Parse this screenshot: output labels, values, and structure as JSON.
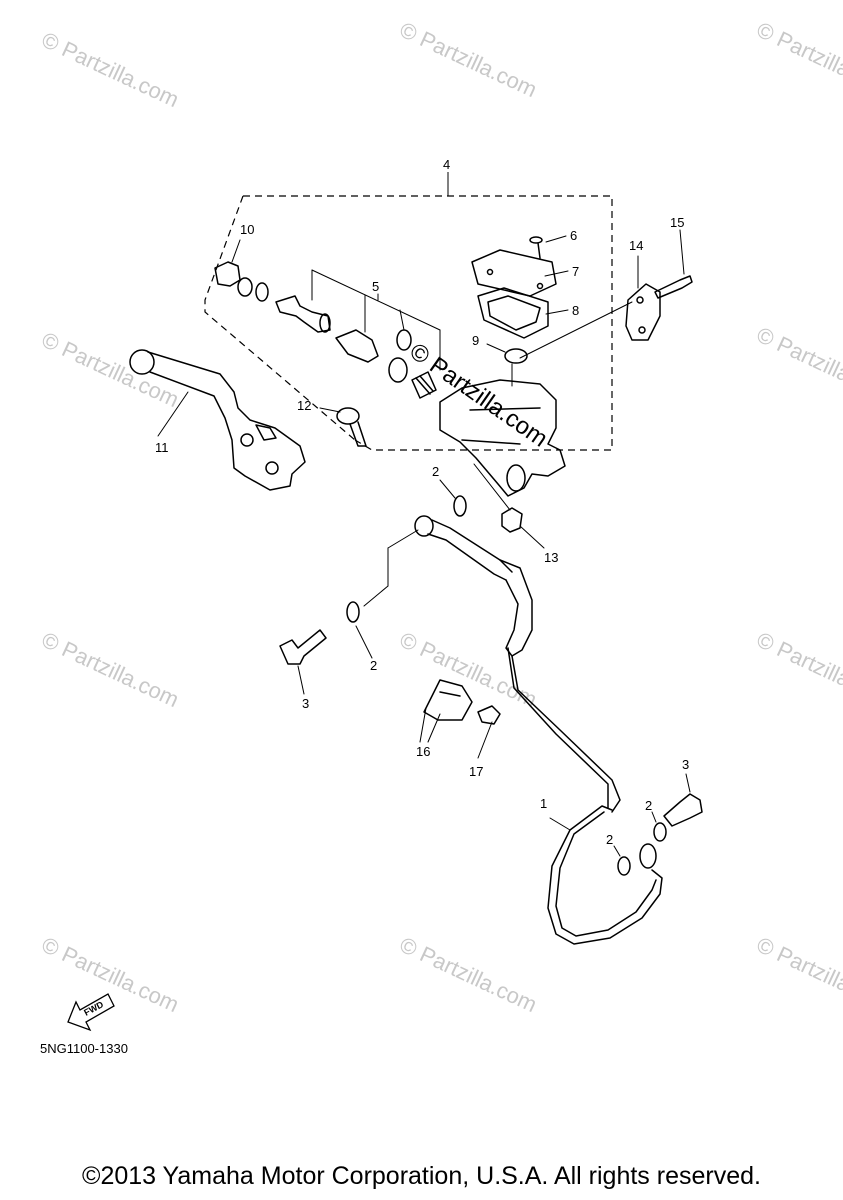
{
  "watermark": "© Partzilla.com",
  "callouts": {
    "c1": "1",
    "c2a": "2",
    "c2b": "2",
    "c2c": "2",
    "c2d": "2",
    "c3a": "3",
    "c3b": "3",
    "c4": "4",
    "c5": "5",
    "c6": "6",
    "c7": "7",
    "c8": "8",
    "c9": "9",
    "c10": "10",
    "c11": "11",
    "c12": "12",
    "c13": "13",
    "c14": "14",
    "c15": "15",
    "c16": "16",
    "c17": "17"
  },
  "fwd_label": "FWD",
  "diagram_code": "5NG1100-1330",
  "copyright": "©2013 Yamaha Motor Corporation, U.S.A. All rights reserved."
}
